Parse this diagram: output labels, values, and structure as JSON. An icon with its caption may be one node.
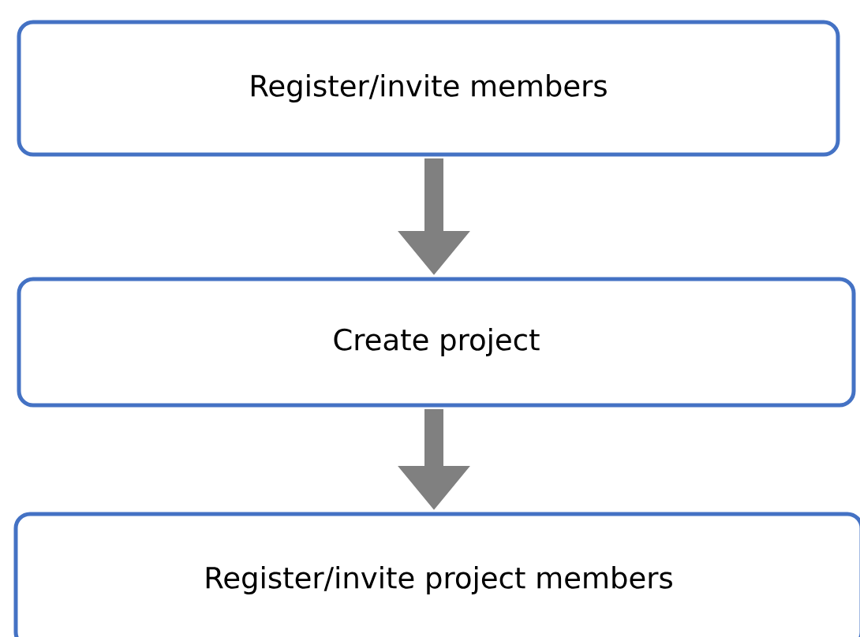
{
  "diagram": {
    "nodes": [
      {
        "text": [
          "Register/invite members"
        ]
      },
      {
        "text": [
          "Create project"
        ]
      },
      {
        "text": [
          "Register/invite project members"
        ]
      }
    ],
    "edges": [
      {
        "from": 0,
        "to": 1,
        "arrow": "to"
      },
      {
        "from": 1,
        "to": 2,
        "arrow": "to"
      }
    ]
  }
}
